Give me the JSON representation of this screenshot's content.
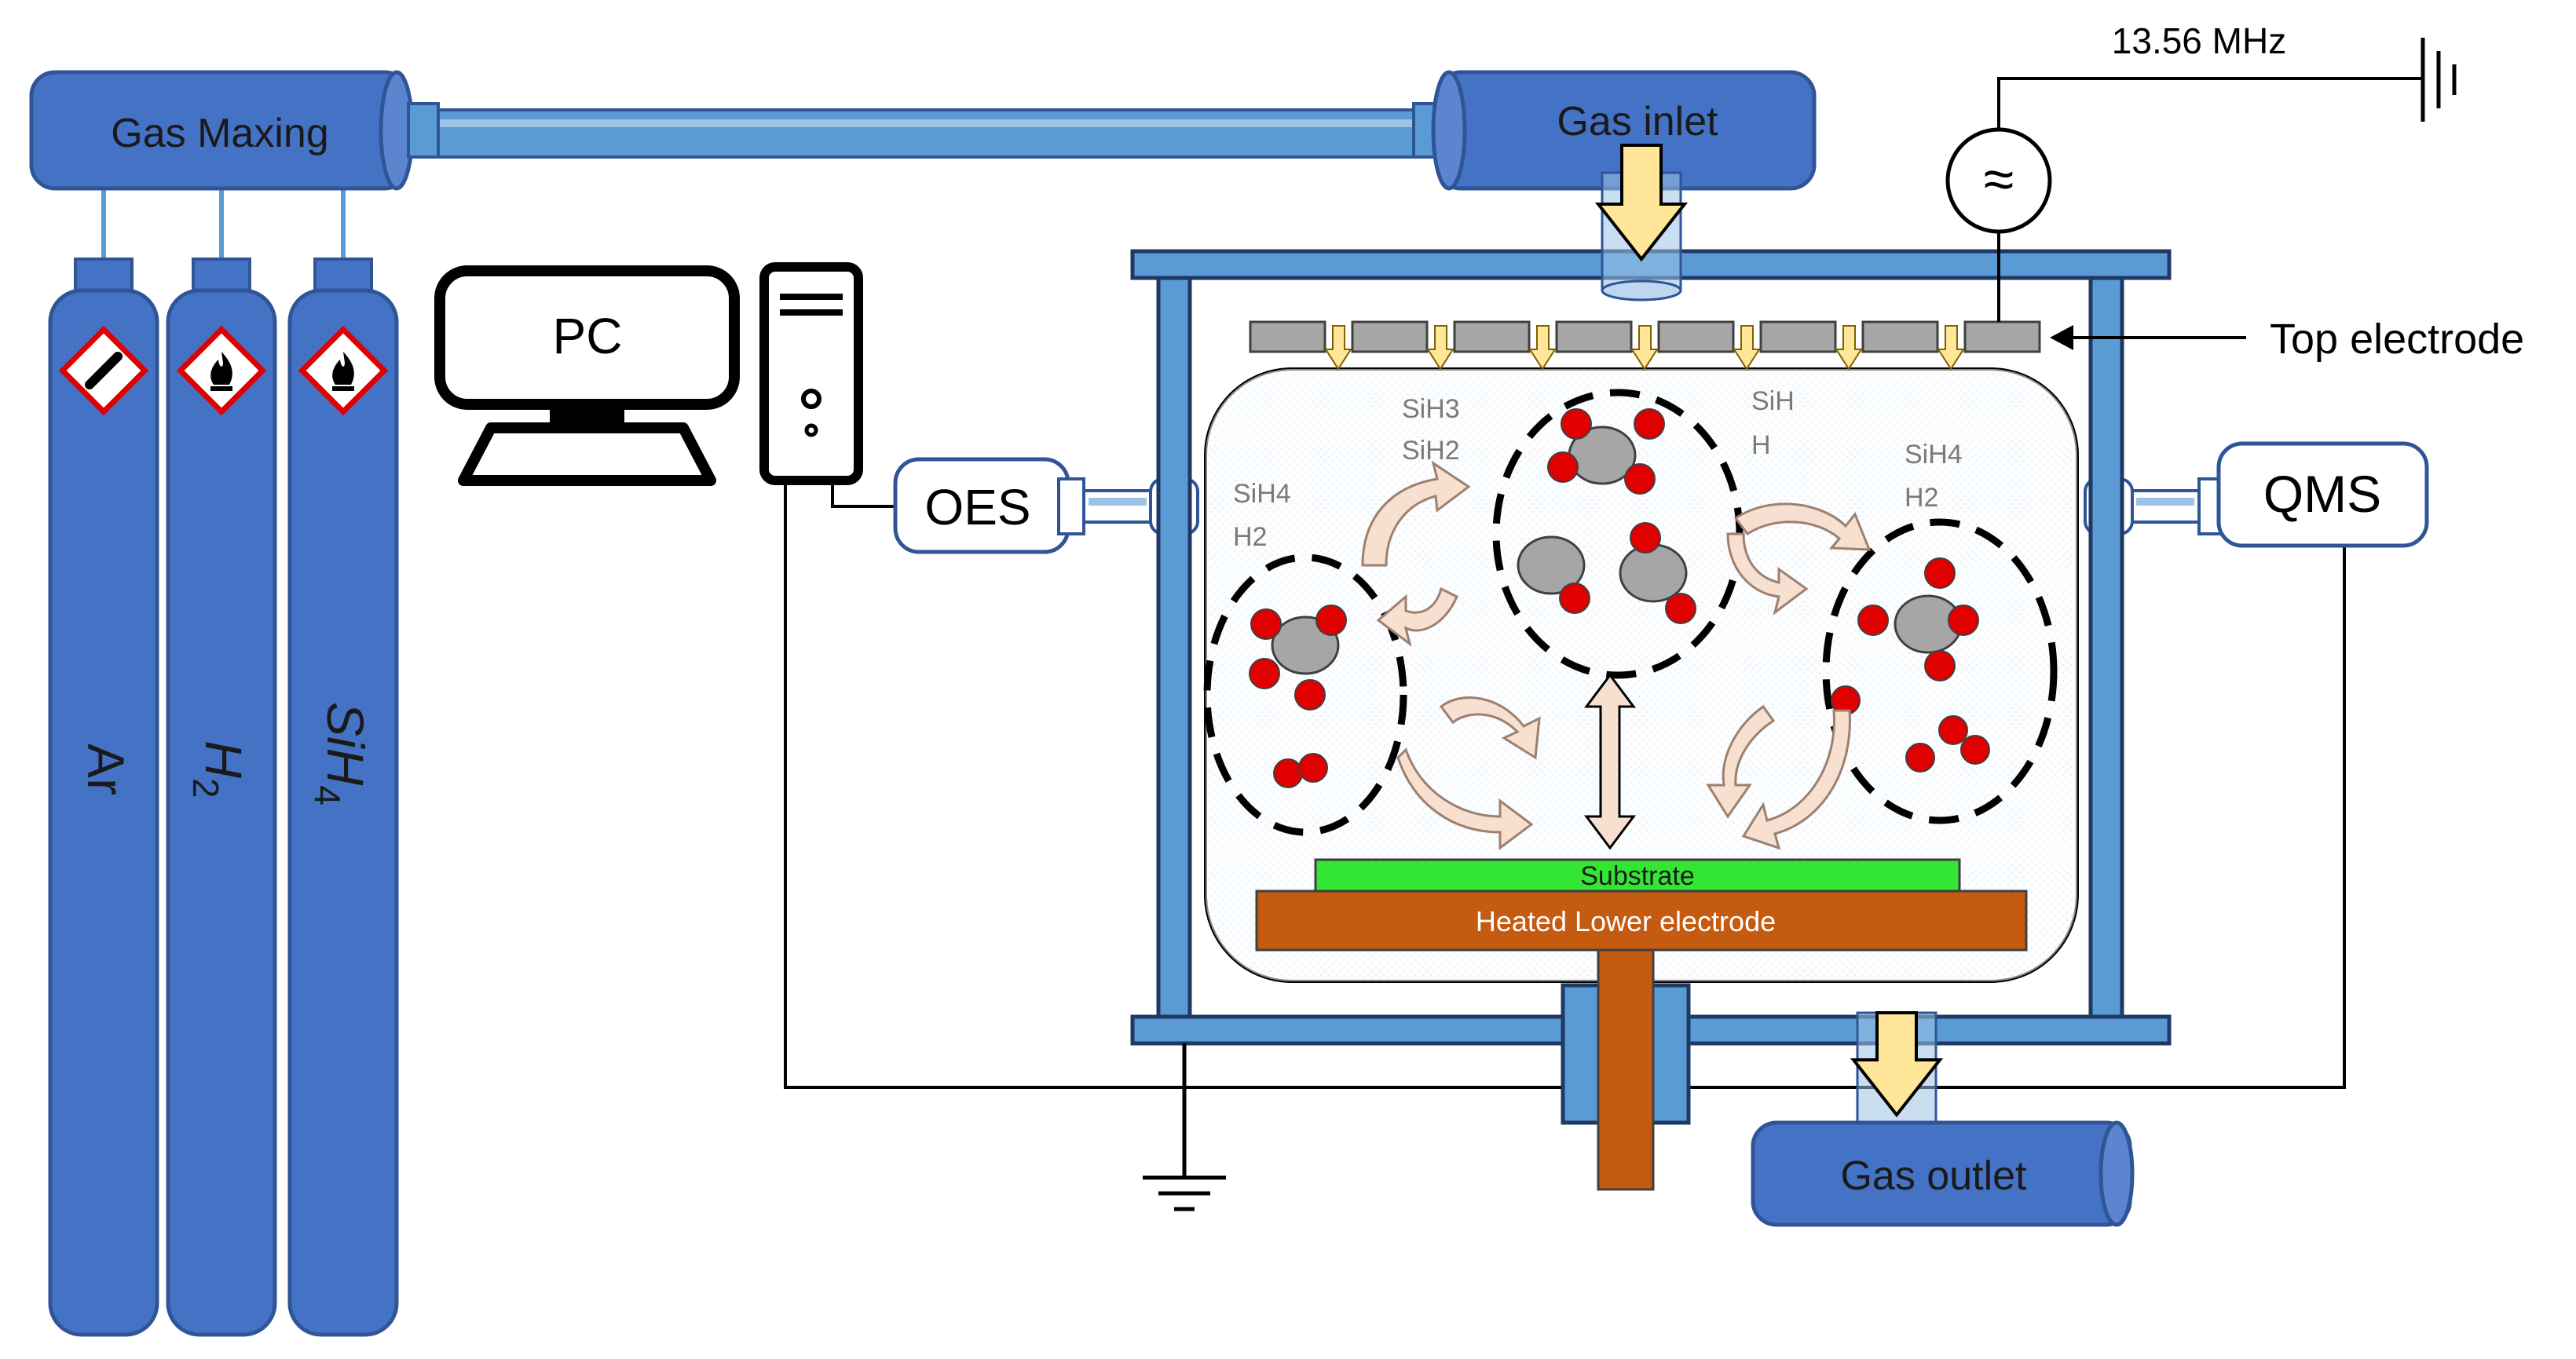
{
  "gas_system": {
    "mixing_label": "Gas Maxing",
    "inlet_label": "Gas inlet",
    "outlet_label": "Gas outlet",
    "cylinders": [
      {
        "label": "Ar",
        "hazard_icon": "gas-cylinder-hazard-icon"
      },
      {
        "label": "H",
        "subscript": "2",
        "hazard_icon": "flame-hazard-icon"
      },
      {
        "label": "SiH",
        "subscript": "4",
        "hazard_icon": "flame-hazard-icon"
      }
    ]
  },
  "instruments": {
    "pc_label": "PC",
    "oes_label": "OES",
    "qms_label": "QMS"
  },
  "rf": {
    "frequency_label": "13.56 MHz",
    "source_symbol": "≈"
  },
  "chamber": {
    "top_electrode_label": "Top electrode",
    "substrate_label": "Substrate",
    "lower_electrode_label": "Heated Lower electrode",
    "species_labels": [
      {
        "line1": "SiH4",
        "line2": "H2"
      },
      {
        "line1": "SiH3",
        "line2": "SiH2"
      },
      {
        "line1": "SiH",
        "line2": "H"
      },
      {
        "line1": "SiH4",
        "line2": "H2"
      }
    ]
  },
  "colors": {
    "cylinder_blue": "#4472c4",
    "cylinder_dark": "#2f5597",
    "frame_blue": "#5b9bd5",
    "frame_border": "#1f3864",
    "substrate_green": "#33e633",
    "electrode_brown": "#c55a11",
    "atom_red": "#e00000",
    "molecule_gray": "#a6a6a6",
    "arrow_fill": "#f8e0d0",
    "gas_arrow_fill": "#ffe699"
  }
}
